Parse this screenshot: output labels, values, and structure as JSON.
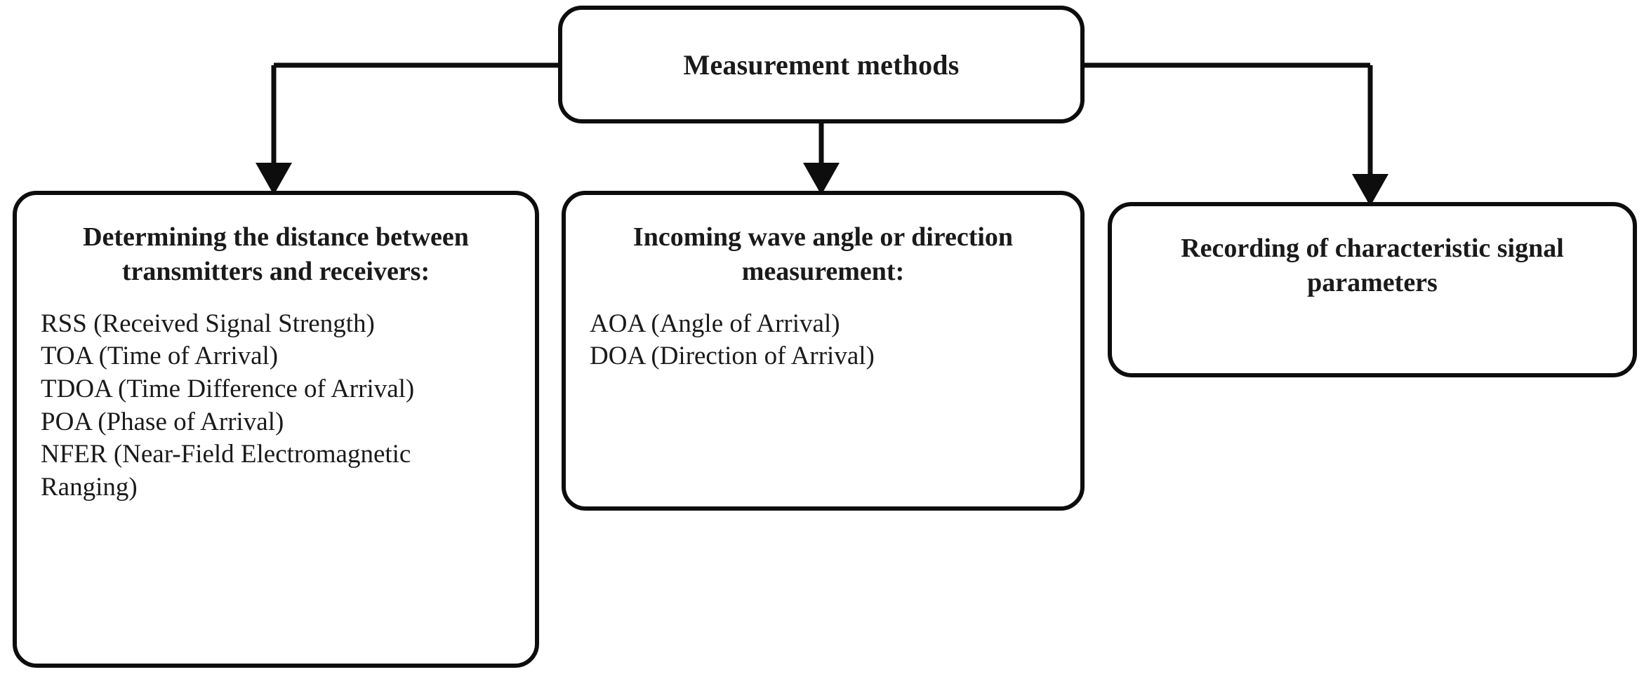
{
  "diagram": {
    "title": "Measurement methods",
    "root": {
      "label": "Measurement methods"
    },
    "branches": [
      {
        "id": "distance",
        "heading": "Determining the distance between transmitters and receivers:",
        "items": [
          "RSS (Received Signal Strength)",
          "TOA (Time of Arrival)",
          "TDOA (Time Difference of Arrival)",
          "POA (Phase of Arrival)",
          "NFER (Near-Field Electromagnetic Ranging)"
        ]
      },
      {
        "id": "angle",
        "heading": "Incoming wave angle or direction measurement:",
        "items": [
          "AOA (Angle of Arrival)",
          "DOA (Direction of Arrival)"
        ]
      },
      {
        "id": "signal-parameters",
        "heading": "Recording of characteristic signal parameters",
        "items": []
      }
    ],
    "colors": {
      "stroke": "#0d0d0d",
      "text": "#1a1a1a",
      "background": "#ffffff"
    }
  }
}
